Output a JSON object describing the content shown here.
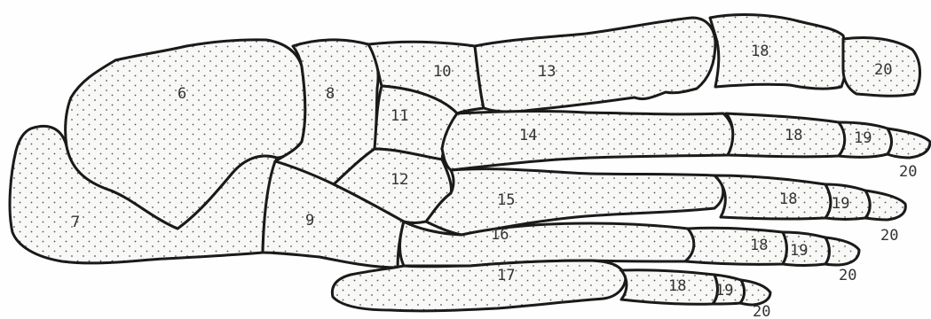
{
  "diagram": {
    "labels": {
      "b6": "6",
      "b7": "7",
      "b8": "8",
      "b9": "9",
      "b10": "10",
      "b11": "11",
      "b12": "12",
      "b13": "13",
      "b14": "14",
      "b15": "15",
      "b16": "16",
      "b17": "17",
      "p18a": "18",
      "d20a": "20",
      "p18b": "18",
      "m19b": "19",
      "d20b": "20",
      "p18c": "18",
      "m19c": "19",
      "d20c": "20",
      "p18d": "18",
      "m19d": "19",
      "d20d": "20",
      "p18e": "18",
      "m19e": "19",
      "d20e": "20"
    }
  }
}
